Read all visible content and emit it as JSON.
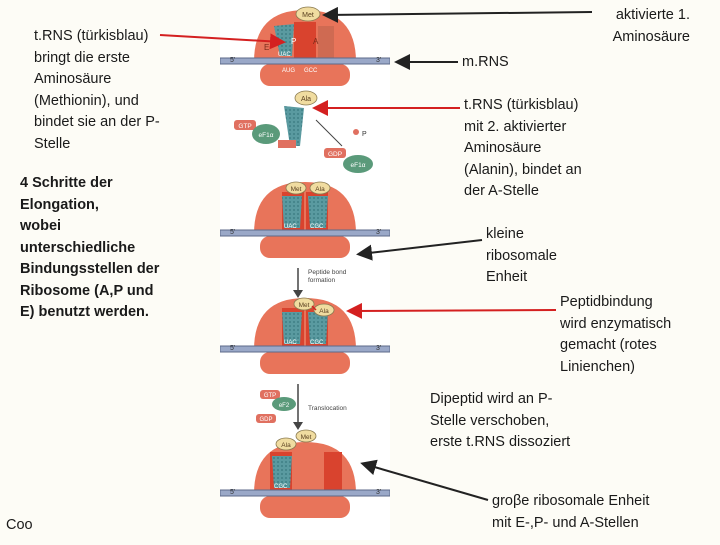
{
  "left_notes": {
    "trna_first": "t.RNS (türkisblau)\nbringt die erste\nAminosäure\n(Methionin), und\nbindet sie an der P-\nStelle",
    "elongation": "4 Schritte der\nElongation,\nwobei\nunterschiedliche\nBindungsstellen der\nRibosome (A,P und\nE) benutzt werden.",
    "footer": "Coo"
  },
  "right_notes": {
    "activated_aa": "aktivierte  1.\nAminosäure",
    "mrna": "m.RNS",
    "trna_second": "t.RNS (türkisblau)\nmit 2. aktivierter\nAminosäure\n(Alanin), bindet an\nder A-Stelle",
    "small_subunit": "kleine\nribosomale\nEnheit",
    "peptide_bond": "Peptidbindung\nwird enzymatisch\ngemacht (rotes\nLinienchen)",
    "dipeptide": "Dipeptid wird an P-\nStelle verschoben,\nerste t.RNS dissoziert",
    "large_subunit": "groβe ribosomale Enheit\nmit E-,P- und A-Stellen"
  },
  "figure": {
    "met": "Met",
    "ala": "Ala",
    "five_prime": "5'",
    "three_prime": "3'",
    "site_e": "E",
    "site_p": "P",
    "site_a": "A",
    "codon_uac": "UAC",
    "codon_cgc": "CGC",
    "codon_aug": "AUG",
    "codon_gcc": "GCC",
    "gtp": "GTP",
    "gdp": "GDP",
    "ef1": "eF1α",
    "ef2": "eF2",
    "pi": "P",
    "peptide_bond_formation": "Peptide bond\nformation",
    "translocation": "Translocation"
  },
  "colors": {
    "arrow_red": "#d42020",
    "ribosome": "#e8745a",
    "site_band": "#d9432e",
    "trna": "#5a9aa0",
    "mrna": "#9aa8c8",
    "gtp": "#e07060",
    "aa_ball": "#f0dca0"
  }
}
